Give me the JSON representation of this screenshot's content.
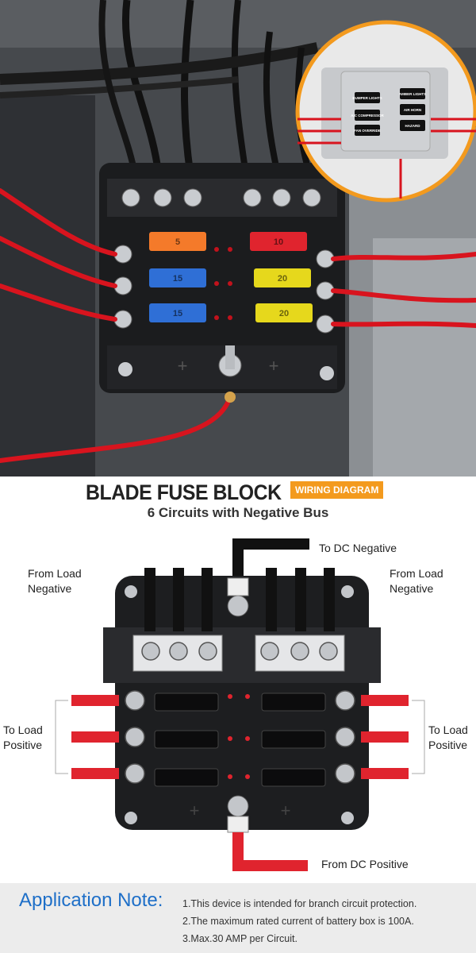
{
  "photo": {
    "inset_labels": [
      "BUMPER LIGHTS",
      "AMBER LIGHTS",
      "A/C COMPRESSOR",
      "AIR HORN",
      "FAN OVERRIDE",
      "HAZARD"
    ],
    "fuses": [
      {
        "value": "5",
        "color": "#f47a2a"
      },
      {
        "value": "10",
        "color": "#e0242e"
      },
      {
        "value": "15",
        "color": "#2f6fd6"
      },
      {
        "value": "20",
        "color": "#e6d81c"
      },
      {
        "value": "15",
        "color": "#2f6fd6"
      },
      {
        "value": "20",
        "color": "#e6d81c"
      }
    ]
  },
  "header": {
    "title": "BLADE FUSE BLOCK",
    "badge": "WIRING DIAGRAM",
    "subtitle": "6 Circuits with Negative Bus"
  },
  "diagram": {
    "to_dc_negative": "To DC Negative",
    "from_load_negative_left": "From Load\nNegative",
    "from_load_negative_right": "From Load\nNegative",
    "to_load_positive_left": "To Load\nPositive",
    "to_load_positive_right": "To Load\nPositive",
    "from_dc_positive": "From DC Positive"
  },
  "note": {
    "title": "Application Note:",
    "items": [
      "1.This device is intended for branch circuit protection.",
      "2.The maximum rated current of battery box is 100A.",
      "3.Max.30 AMP per Circuit."
    ]
  },
  "colors": {
    "accent_orange": "#f39a1e",
    "note_blue": "#1e6fc8",
    "wire_red": "#e0242e"
  }
}
